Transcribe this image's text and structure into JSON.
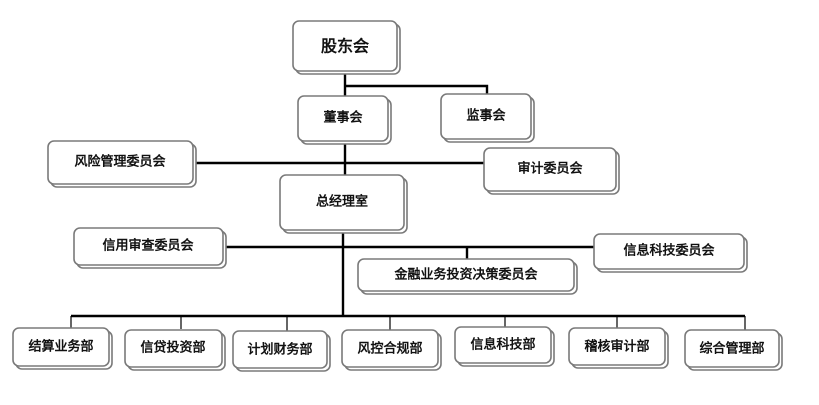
{
  "diagram": {
    "top": {
      "shareholders": "股东会",
      "board": "董事会",
      "supervisors": "监事会"
    },
    "committees_upper": {
      "risk": "风险管理委员会",
      "audit": "审计委员会"
    },
    "office": "总经理室",
    "committees_lower": {
      "credit": "信用审查委员会",
      "it": "信息科技委员会",
      "investment": "金融业务投资决策委员会"
    },
    "departments": [
      "结算业务部",
      "信贷投资部",
      "计划财务部",
      "风控合规部",
      "信息科技部",
      "稽核审计部",
      "综合管理部"
    ]
  }
}
